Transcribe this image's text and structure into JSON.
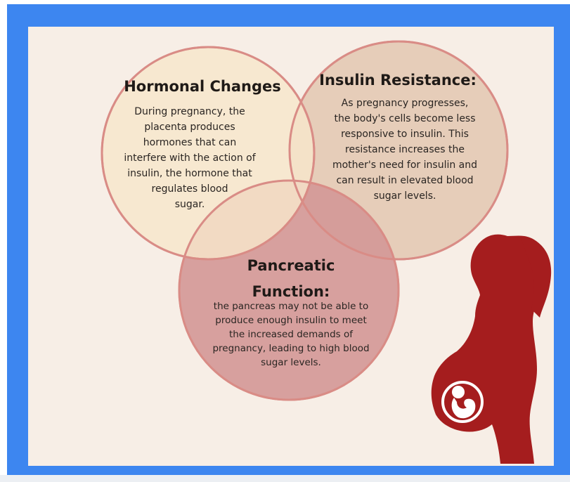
{
  "colors": {
    "frame": "#3d86f0",
    "background": "#f7eee6",
    "hormonal_fill": "#f8e7cc",
    "insulin_fill": "#e5cbb6",
    "pancreatic_fill": "#d49897",
    "circle_stroke": "#d98c86",
    "silhouette": "#a51d1e"
  },
  "circles": {
    "hormonal": {
      "title": "Hormonal Changes",
      "lines": [
        "During pregnancy, the",
        "placenta produces",
        "hormones that can",
        "interfere with the action of",
        "insulin, the hormone that",
        "regulates blood",
        "sugar."
      ]
    },
    "insulin": {
      "title": "Insulin Resistance:",
      "lines": [
        "As pregnancy progresses,",
        "the body's cells become less",
        "responsive to insulin. This",
        "resistance increases the",
        "mother's need for insulin and",
        "can result in elevated blood",
        "sugar levels."
      ]
    },
    "pancreatic": {
      "title_lines": [
        "Pancreatic",
        "Function:"
      ],
      "lines": [
        "the pancreas may not be able to",
        "produce enough insulin to meet",
        "the increased demands of",
        "pregnancy, leading to high blood",
        "sugar levels."
      ]
    }
  },
  "illustration": {
    "icon": "pregnant-woman-silhouette-icon"
  }
}
